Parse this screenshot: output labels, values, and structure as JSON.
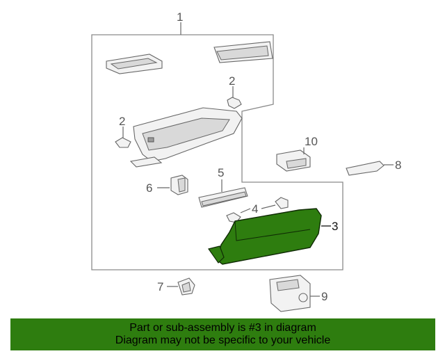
{
  "diagram": {
    "callouts": {
      "c1": "1",
      "c2a": "2",
      "c2b": "2",
      "c3": "3",
      "c4": "4",
      "c5": "5",
      "c6": "6",
      "c7": "7",
      "c8": "8",
      "c9": "9",
      "c10": "10"
    },
    "highlight_part": "3",
    "highlight_color": "#2e7d0f"
  },
  "banner": {
    "line1": "Part or sub-assembly is #3 in diagram",
    "line2": "Diagram may not be specific to your vehicle",
    "background": "#2e7d0f"
  }
}
